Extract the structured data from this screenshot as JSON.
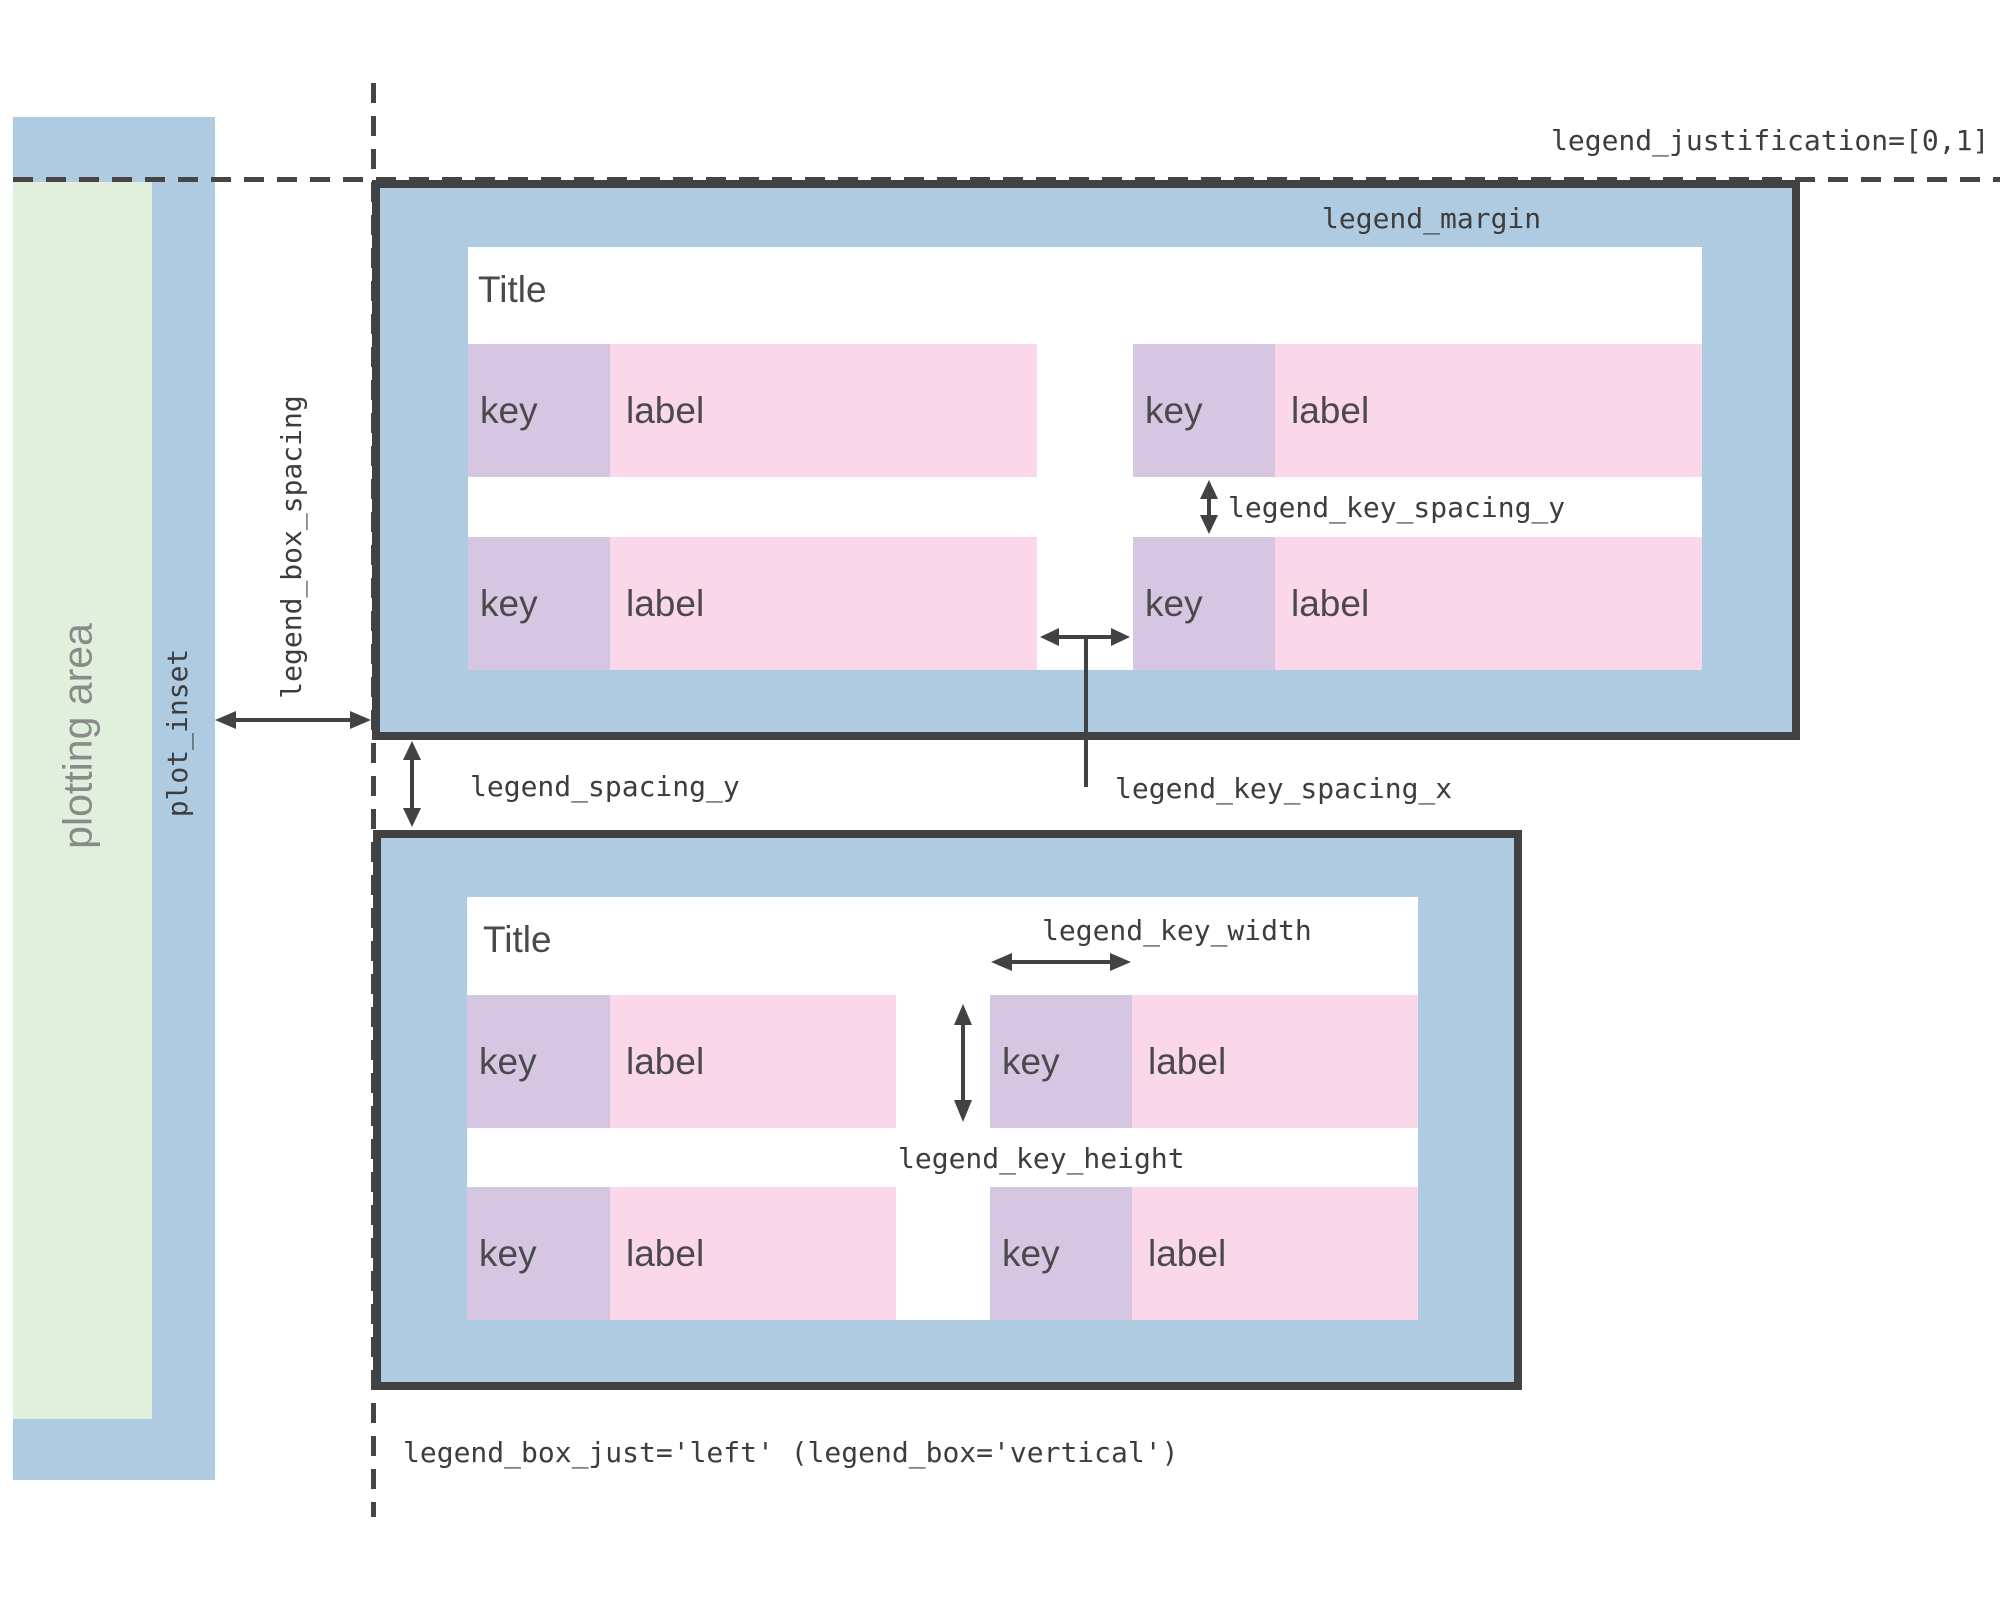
{
  "annotations": {
    "plotting_area": "plotting area",
    "plot_inset": "plot_inset",
    "legend_box_spacing": "legend_box_spacing",
    "legend_justification": "legend_justification=[0,1]",
    "legend_margin": "legend_margin",
    "legend_key_spacing_y": "legend_key_spacing_y",
    "legend_key_spacing_x": "legend_key_spacing_x",
    "legend_spacing_y": "legend_spacing_y",
    "legend_key_width": "legend_key_width",
    "legend_key_height": "legend_key_height",
    "legend_box_just": "legend_box_just='left' (legend_box='vertical')"
  },
  "legend1": {
    "title": "Title",
    "entries": [
      {
        "key": "key",
        "label": "label"
      },
      {
        "key": "key",
        "label": "label"
      },
      {
        "key": "key",
        "label": "label"
      },
      {
        "key": "key",
        "label": "label"
      }
    ]
  },
  "legend2": {
    "title": "Title",
    "entries": [
      {
        "key": "key",
        "label": "label"
      },
      {
        "key": "key",
        "label": "label"
      },
      {
        "key": "key",
        "label": "label"
      },
      {
        "key": "key",
        "label": "label"
      }
    ]
  },
  "colors": {
    "legend_box_fill": "#aecbe2",
    "plotting_area_fill": "#e0f0dc",
    "key_fill": "#d6c6e1",
    "label_fill": "#fbd8e9",
    "border": "#424242",
    "annotation_text": "#3d3d3d",
    "cell_text": "#4a4a4a",
    "plotting_area_text": "#8a8a8a"
  }
}
